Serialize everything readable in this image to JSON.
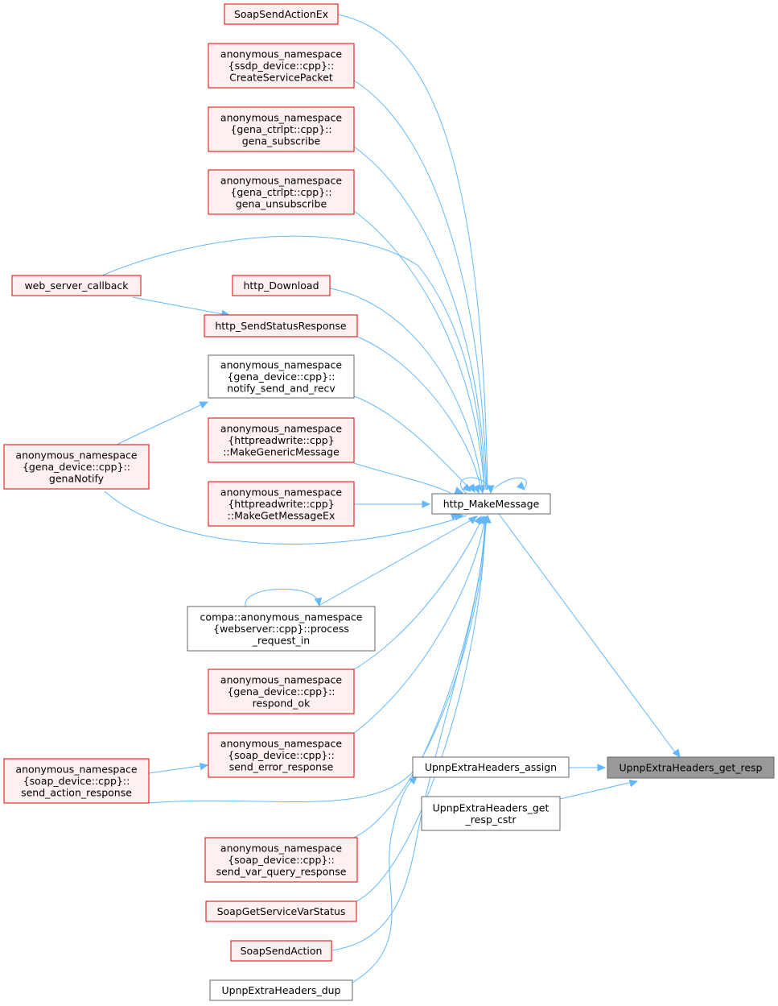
{
  "colors": {
    "edge": "#63b8ff",
    "red_fill": "#fff0f0",
    "red_stroke": "#e00000",
    "neutral_stroke": "#666666",
    "root_fill": "#999999"
  },
  "nodes": {
    "soap_send_action_ex": {
      "lines": [
        "SoapSendActionEx"
      ],
      "style": "red"
    },
    "create_service_packet": {
      "lines": [
        "anonymous_namespace",
        "{ssdp_device::cpp}::",
        "CreateServicePacket"
      ],
      "style": "red"
    },
    "gena_subscribe": {
      "lines": [
        "anonymous_namespace",
        "{gena_ctrlpt::cpp}::",
        "gena_subscribe"
      ],
      "style": "red"
    },
    "gena_unsubscribe": {
      "lines": [
        "anonymous_namespace",
        "{gena_ctrlpt::cpp}::",
        "gena_unsubscribe"
      ],
      "style": "red"
    },
    "web_server_callback": {
      "lines": [
        "web_server_callback"
      ],
      "style": "red"
    },
    "http_download": {
      "lines": [
        "http_Download"
      ],
      "style": "red"
    },
    "http_send_status_response": {
      "lines": [
        "http_SendStatusResponse"
      ],
      "style": "red"
    },
    "notify_send_and_recv": {
      "lines": [
        "anonymous_namespace",
        "{gena_device::cpp}::",
        "notify_send_and_recv"
      ],
      "style": "white"
    },
    "gena_notify": {
      "lines": [
        "anonymous_namespace",
        "{gena_device::cpp}::",
        "genaNotify"
      ],
      "style": "red"
    },
    "make_generic_message": {
      "lines": [
        "anonymous_namespace",
        "{httpreadwrite::cpp}",
        "::MakeGenericMessage"
      ],
      "style": "red"
    },
    "make_get_message_ex": {
      "lines": [
        "anonymous_namespace",
        "{httpreadwrite::cpp}",
        "::MakeGetMessageEx"
      ],
      "style": "red"
    },
    "http_make_message": {
      "lines": [
        "http_MakeMessage"
      ],
      "style": "white"
    },
    "process_request_in": {
      "lines": [
        "compa::anonymous_namespace",
        "{webserver::cpp}::process",
        "_request_in"
      ],
      "style": "white"
    },
    "respond_ok": {
      "lines": [
        "anonymous_namespace",
        "{gena_device::cpp}::",
        "respond_ok"
      ],
      "style": "red"
    },
    "send_error_response": {
      "lines": [
        "anonymous_namespace",
        "{soap_device::cpp}::",
        "send_error_response"
      ],
      "style": "red"
    },
    "send_action_response": {
      "lines": [
        "anonymous_namespace",
        "{soap_device::cpp}::",
        "send_action_response"
      ],
      "style": "red"
    },
    "upnp_extra_headers_assign": {
      "lines": [
        "UpnpExtraHeaders_assign"
      ],
      "style": "white"
    },
    "upnp_extra_headers_get_resp": {
      "lines": [
        "UpnpExtraHeaders_get_resp"
      ],
      "style": "root"
    },
    "upnp_extra_headers_get_resp_cstr": {
      "lines": [
        "UpnpExtraHeaders_get",
        "_resp_cstr"
      ],
      "style": "white"
    },
    "send_var_query_response": {
      "lines": [
        "anonymous_namespace",
        "{soap_device::cpp}::",
        "send_var_query_response"
      ],
      "style": "red"
    },
    "soap_get_service_var_status": {
      "lines": [
        "SoapGetServiceVarStatus"
      ],
      "style": "red"
    },
    "soap_send_action": {
      "lines": [
        "SoapSendAction"
      ],
      "style": "red"
    },
    "upnp_extra_headers_dup": {
      "lines": [
        "UpnpExtraHeaders_dup"
      ],
      "style": "white"
    }
  }
}
